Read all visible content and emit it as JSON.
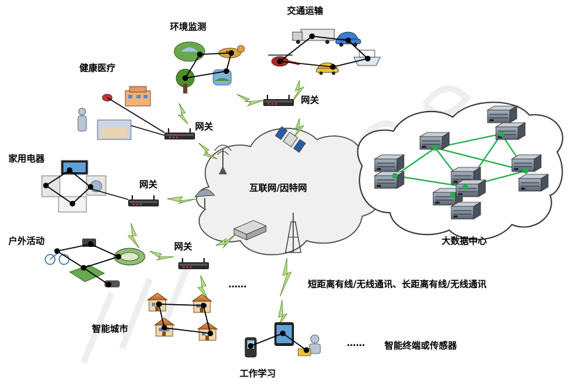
{
  "labels": {
    "transport": "交通运输",
    "environment": "环境监测",
    "health": "健康医疗",
    "home": "家用电器",
    "outdoor": "户外活动",
    "smart_city": "智能城市",
    "work_study": "工作学习",
    "gateway_top": "网关",
    "gateway_mid": "网关",
    "gateway_left": "网关",
    "gateway_bottom": "网关",
    "internet": "互联网/因特网",
    "data_center": "大数据中心",
    "comm_types": "短距离有线/无线通讯、长距离有线/无线通讯",
    "ellipsis": "……",
    "legend_dots": "……",
    "legend_terminal": "智能终端或传感器"
  },
  "colors": {
    "link_green": "#22b14c",
    "node_dark": "#000000",
    "lightning_green": "#a6d870",
    "cloud_fill": "#eeeeee",
    "cloud_stroke": "#333333",
    "gateway_red": "#c8102e"
  },
  "icons": [
    "person-icon",
    "satellite-icon",
    "tower-icon",
    "router-icon",
    "server-icon",
    "car-icon",
    "truck-icon",
    "helicopter-icon",
    "ship-icon",
    "tree-icon",
    "leopard-icon",
    "building-icon",
    "tv-icon",
    "washer-icon",
    "phone-icon",
    "tablet-icon",
    "laptop-user-icon",
    "bicycle-icon",
    "stadium-icon",
    "dish-icon"
  ]
}
